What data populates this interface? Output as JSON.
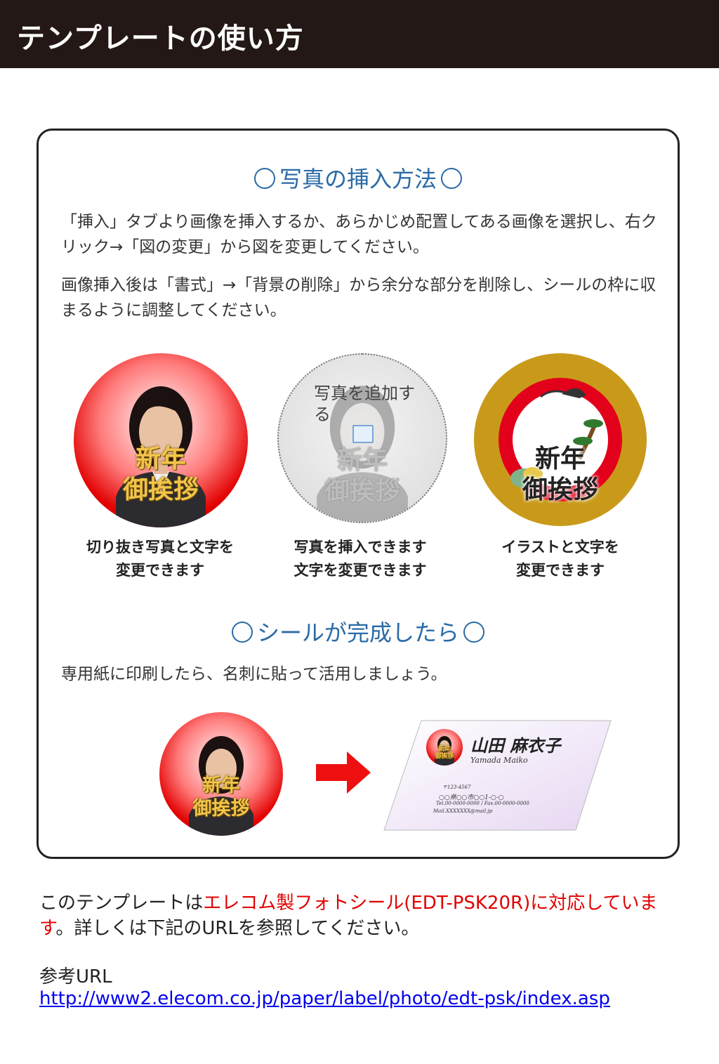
{
  "header": {
    "title": "テンプレートの使い方"
  },
  "insert_section": {
    "title": "写真の挿入方法",
    "para1": "「挿入」タブより画像を挿入するか、あらかじめ配置してある画像を選択し、右クリック→「図の変更」から図を変更してください。",
    "para2": "画像挿入後は「書式」→「背景の削除」から余分な部分を削除し、シールの枠に収まるように調整してください。"
  },
  "samples": {
    "sample1": {
      "line1": "新年",
      "line2": "御挨拶",
      "caption1": "切り抜き写真と文字を",
      "caption2": "変更できます"
    },
    "sample2": {
      "placeholder": "写真を追加する",
      "line1": "新年",
      "line2": "御挨拶",
      "caption1": "写真を挿入できます",
      "caption2": "文字を変更できます"
    },
    "sample3": {
      "line1": "新年",
      "line2": "御挨拶",
      "caption1": "イラストと文字を",
      "caption2": "変更できます"
    }
  },
  "done_section": {
    "title": "シールが完成したら",
    "para": "専用紙に印刷したら、名刺に貼って活用しましょう。",
    "sticker": {
      "line1": "新年",
      "line2": "御挨拶"
    },
    "card": {
      "name": "山田 麻衣子",
      "romaji": "Yamada Maiko",
      "zip": "〒123-4567",
      "address": "○○県○○市○○1-○-○",
      "tel": "Tel.00-0000-0000 / Fax.00-0000-0000",
      "mail": "Mail.XXXXXXX@mail.jp",
      "sticker_line1": "新年",
      "sticker_line2": "御挨拶"
    }
  },
  "footer": {
    "text_before": "このテンプレートは",
    "text_red": "エレコム製フォトシール(EDT-PSK20R)に対応しています",
    "text_after": "。詳しくは下記のURLを参照してください。",
    "ref_label": "参考URL",
    "ref_url": "http://www2.elecom.co.jp/paper/label/photo/edt-psk/index.asp"
  },
  "colors": {
    "header_bg": "#231815",
    "section_title": "#2a6aa6",
    "sticker_red": "#e20000",
    "gold": "#c99a1a",
    "emphasis": "#e00000",
    "link": "#0000ee"
  }
}
